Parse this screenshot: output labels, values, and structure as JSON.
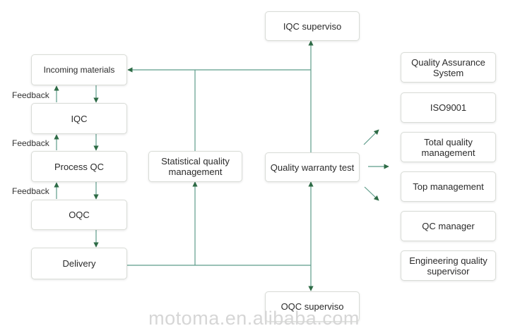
{
  "diagram": {
    "line_color": "#5e9c8a",
    "arrow_color": "#2e6b46",
    "nodes": {
      "incoming_materials": "Incoming materials",
      "iqc": "IQC",
      "process_qc": "Process QC",
      "oqc": "OQC",
      "delivery": "Delivery",
      "statistical_qm": "Statistical quality management",
      "quality_warranty_test": "Quality warranty test",
      "iqc_supervisor": "IQC superviso",
      "oqc_supervisor": "OQC superviso"
    },
    "feedback_labels": [
      "Feedback",
      "Feedback",
      "Feedback"
    ],
    "right_column": [
      "Quality Assurance System",
      "ISO9001",
      "Total quality management",
      "Top management",
      "QC manager",
      "Engineering quality supervisor"
    ]
  },
  "watermark": "motoma.en.alibaba.com"
}
